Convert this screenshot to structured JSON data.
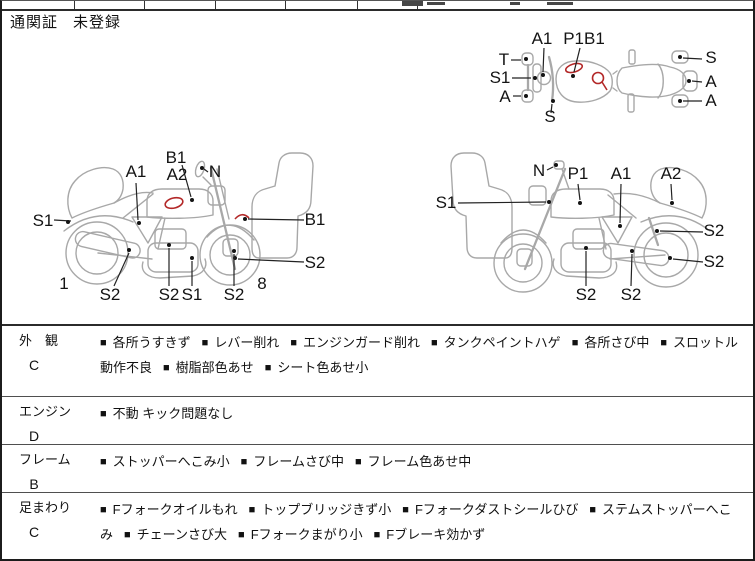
{
  "header": {
    "customs_label": "通関証",
    "customs_value": "未登録"
  },
  "colors": {
    "damage_mark_red": "#b32828",
    "sketch_gray": "#a8a8a8",
    "line_black": "#1c1c1c"
  },
  "diagrams": {
    "top_view": {
      "labels": {
        "t": "T",
        "s1": "S1",
        "a_left": "A",
        "a1": "A1",
        "p1b1": "P1B1",
        "s_bottom": "S",
        "s_right": "S",
        "a_mid": "A",
        "a_bottom": "A"
      }
    },
    "left_view": {
      "labels": {
        "s1_left": "S1",
        "a1": "A1",
        "b1_top": "B1",
        "a2": "A2",
        "n": "N",
        "b1_right": "B1",
        "s2_right": "S2",
        "num_left": "1",
        "s2_muffler": "S2",
        "s2_engine": "S2",
        "s1_frame": "S1",
        "s2_front": "S2",
        "num_right": "8"
      }
    },
    "right_view": {
      "labels": {
        "n": "N",
        "p1": "P1",
        "a1": "A1",
        "a2": "A2",
        "s1": "S1",
        "s2_shock": "S2",
        "s2_rear": "S2",
        "s2_engine": "S2",
        "s2_exhaust": "S2"
      }
    }
  },
  "table": {
    "bullet": "■"
  },
  "inspection_rows": [
    {
      "category": "外　観",
      "grade": "C",
      "items": [
        "各所うすきず",
        "レバー削れ",
        "エンジンガード削れ",
        "タンクペイントハゲ",
        "各所さび中",
        "スロットル動作不良",
        "樹脂部色あせ",
        "シート色あせ小"
      ]
    },
    {
      "category": "エンジン",
      "grade": "D",
      "items": [
        "不動 キック問題なし"
      ]
    },
    {
      "category": "フレーム",
      "grade": "B",
      "items": [
        "ストッパーへこみ小",
        "フレームさび中",
        "フレーム色あせ中"
      ]
    },
    {
      "category": "足まわり",
      "grade": "C",
      "items": [
        "Fフォークオイルもれ",
        "トップブリッジきず小",
        "Fフォークダストシールひび",
        "ステムストッパーへこみ",
        "チェーンさび大",
        "Fフォークまがり小",
        "Fブレーキ効かず"
      ]
    }
  ]
}
